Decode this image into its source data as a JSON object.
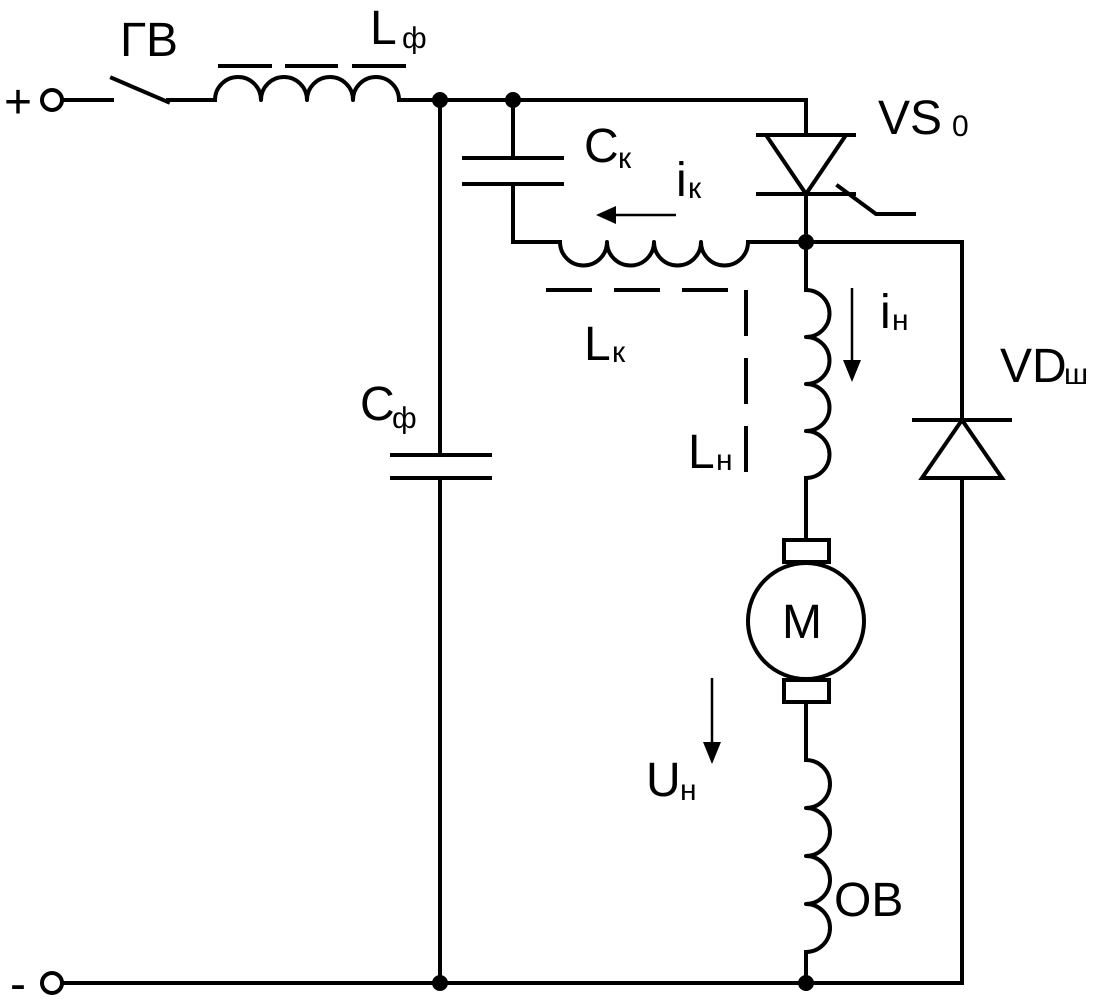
{
  "labels": {
    "terminal_plus": "+",
    "terminal_minus": "-",
    "switch_main": "ГВ",
    "filter_inductor_main": "L",
    "filter_inductor_sub": "ф",
    "filter_cap_main": "C",
    "filter_cap_sub": "ф",
    "comm_cap_main": "C",
    "comm_cap_sub": "к",
    "comm_current_main": "i",
    "comm_current_sub": "к",
    "comm_inductor_main": "L",
    "comm_inductor_sub": "к",
    "thyristor_main": "VS",
    "thyristor_sub": "0",
    "load_current_main": "i",
    "load_current_sub": "н",
    "load_inductor_main": "L",
    "load_inductor_sub": "н",
    "diode_main": "VD",
    "diode_sub": "ш",
    "motor": "M",
    "load_voltage_main": "U",
    "load_voltage_sub": "н",
    "field_winding": "ОВ"
  }
}
